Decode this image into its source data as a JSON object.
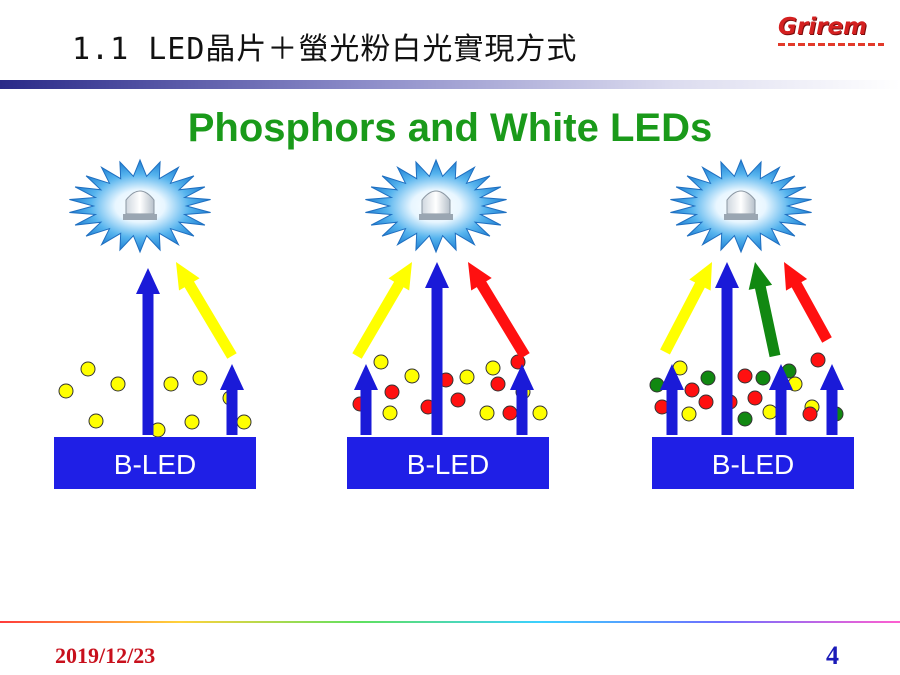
{
  "header": {
    "title": "1.1  LED晶片＋螢光粉白光實現方式"
  },
  "logo": {
    "text": "Grirem"
  },
  "slide": {
    "heading": "Phosphors and White LEDs"
  },
  "colors": {
    "heading": "#1a9a1a",
    "led_block": "#1f1fe6",
    "blue_arrow": "#1a1ad8",
    "yellow": "#ffff00",
    "red": "#ff1010",
    "green": "#118811",
    "date": "#c8101c",
    "page_number": "#1a1ab8"
  },
  "panels": [
    {
      "label": "B-LED",
      "arrows": [
        "blue",
        "yellow"
      ],
      "phosphors": [
        "yellow"
      ]
    },
    {
      "label": "B-LED",
      "arrows": [
        "yellow",
        "blue",
        "red"
      ],
      "phosphors": [
        "yellow",
        "red"
      ]
    },
    {
      "label": "B-LED",
      "arrows": [
        "yellow",
        "blue",
        "green",
        "red"
      ],
      "phosphors": [
        "yellow",
        "red",
        "green"
      ]
    }
  ],
  "footer": {
    "date": "2019/12/23",
    "page": "4"
  }
}
